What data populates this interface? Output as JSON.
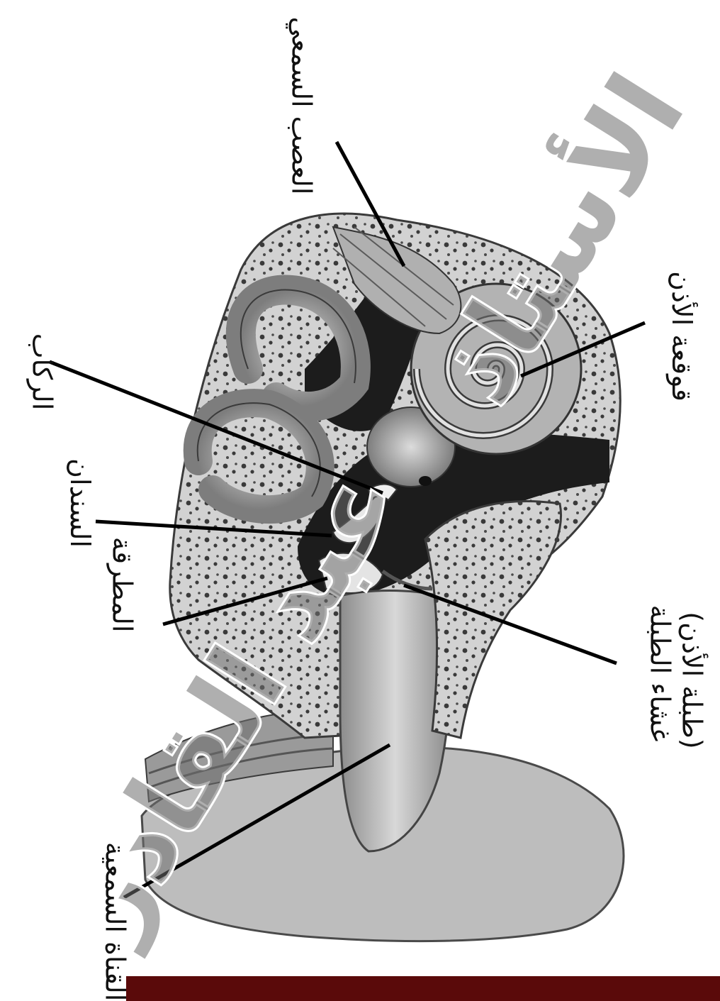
{
  "labels": {
    "auditory_nerve": "العصب السمعي",
    "cochlea": "قوقعة الأذن",
    "stapes": "الركاب",
    "incus": "السندان",
    "malleus": "المطرقة",
    "eardrum_line1": "غشاء الطبلة",
    "eardrum_line2": "(طبلة الأذن)",
    "ear_canal": "القناة السمعية"
  },
  "watermark": {
    "text_upper": "الأستاذ",
    "text_lower": "عبد القادر"
  },
  "colors": {
    "banner": "#5a0a0a",
    "watermark": "#6e6e6e",
    "bone": "#c9c9c9",
    "dark_cavity": "#1c1c1c"
  }
}
